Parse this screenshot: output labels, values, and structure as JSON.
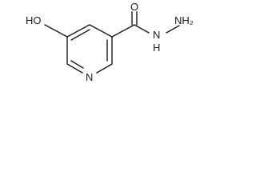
{
  "molecule": {
    "atoms": {
      "hydroxyl": "HO",
      "ring_nitrogen": "N",
      "carbonyl_oxygen": "O",
      "amide_nitrogen": "N",
      "amide_h": "H",
      "terminal_amine": "NH₂"
    }
  }
}
